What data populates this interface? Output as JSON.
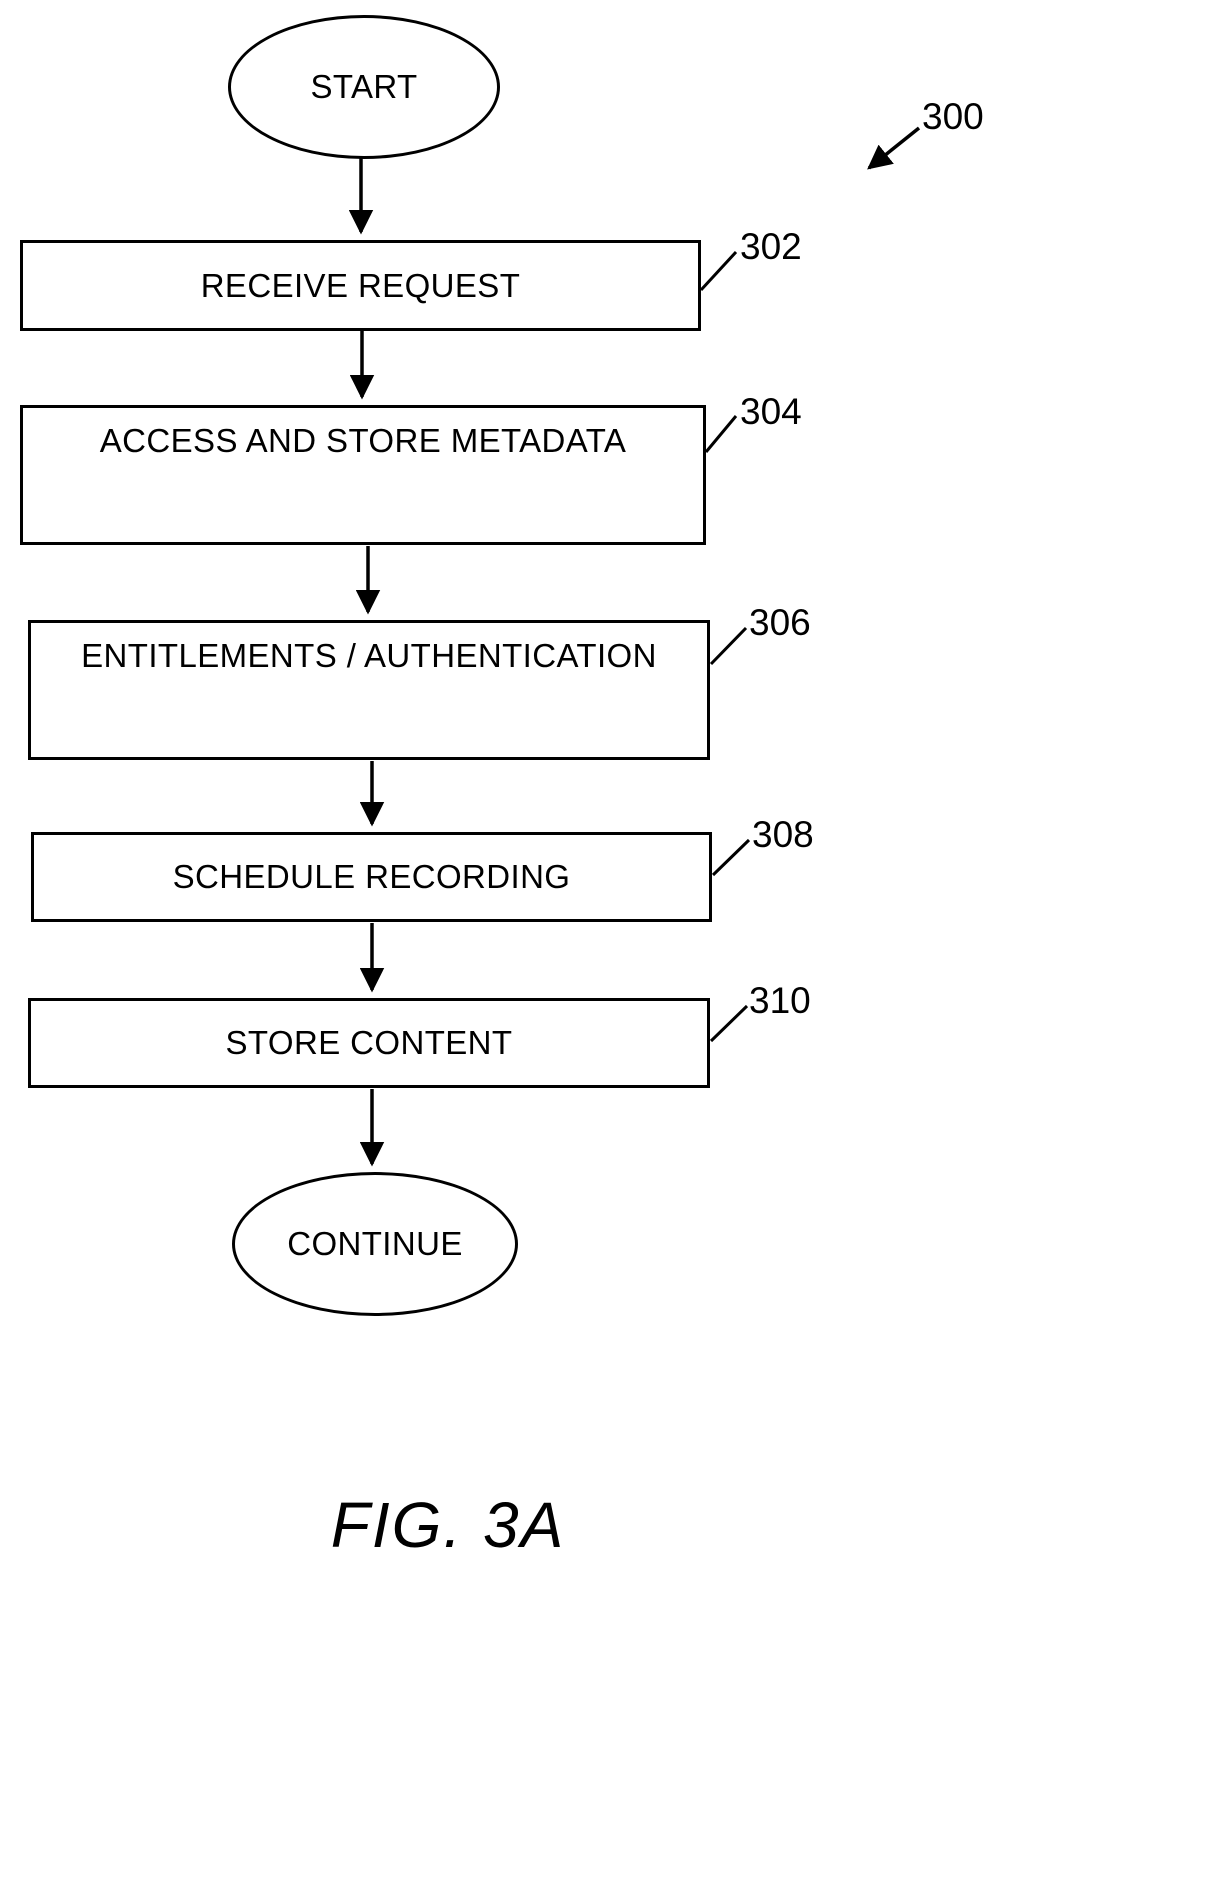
{
  "figure": {
    "caption": "FIG. 3A",
    "reference": "300"
  },
  "nodes": {
    "start": {
      "label": "START"
    },
    "receive_request": {
      "label": "RECEIVE REQUEST",
      "ref": "302"
    },
    "access_store_metadata": {
      "label": "ACCESS AND STORE METADATA",
      "ref": "304"
    },
    "entitlements_authentication": {
      "label": "ENTITLEMENTS / AUTHENTICATION",
      "ref": "306"
    },
    "schedule_recording": {
      "label": "SCHEDULE RECORDING",
      "ref": "308"
    },
    "store_content": {
      "label": "STORE CONTENT",
      "ref": "310"
    },
    "continue": {
      "label": "CONTINUE"
    }
  }
}
